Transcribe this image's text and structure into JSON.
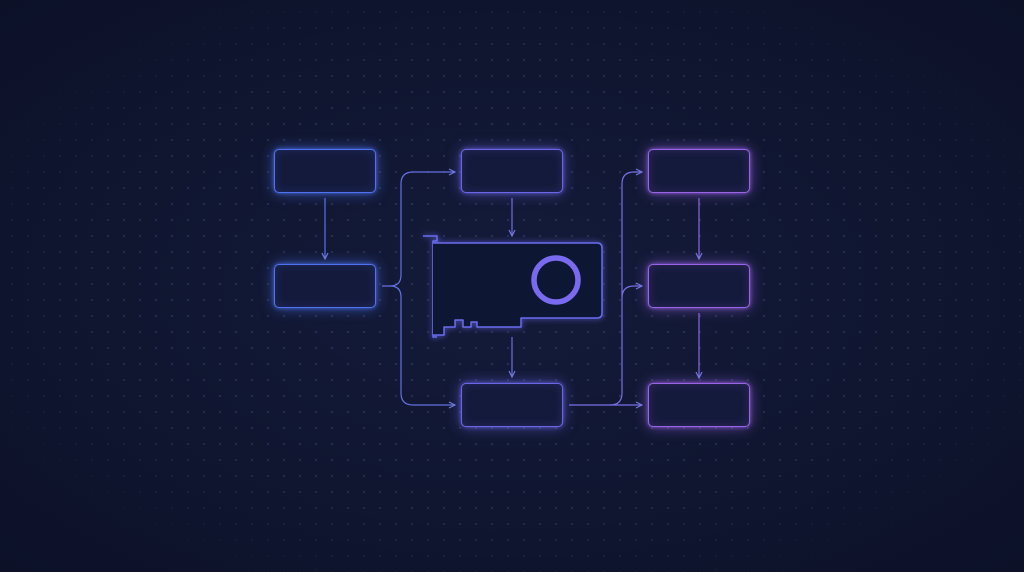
{
  "colors": {
    "background": "#0f1530",
    "blue": "#4f73f0",
    "indigo": "#6b66e6",
    "violet": "#9a64e8",
    "connector": "#7079dd",
    "card_fill": "#141a3c"
  },
  "nodes": [
    {
      "id": "node-col1-row1",
      "tone": "blue"
    },
    {
      "id": "node-col1-row2",
      "tone": "blue"
    },
    {
      "id": "node-col2-row1",
      "tone": "indigo"
    },
    {
      "id": "node-col2-row3",
      "tone": "indigo"
    },
    {
      "id": "node-col3-row1",
      "tone": "violet"
    },
    {
      "id": "node-col3-row2",
      "tone": "violet"
    },
    {
      "id": "node-col3-row3",
      "tone": "violet"
    }
  ],
  "center_icon": "gpu-card-icon"
}
